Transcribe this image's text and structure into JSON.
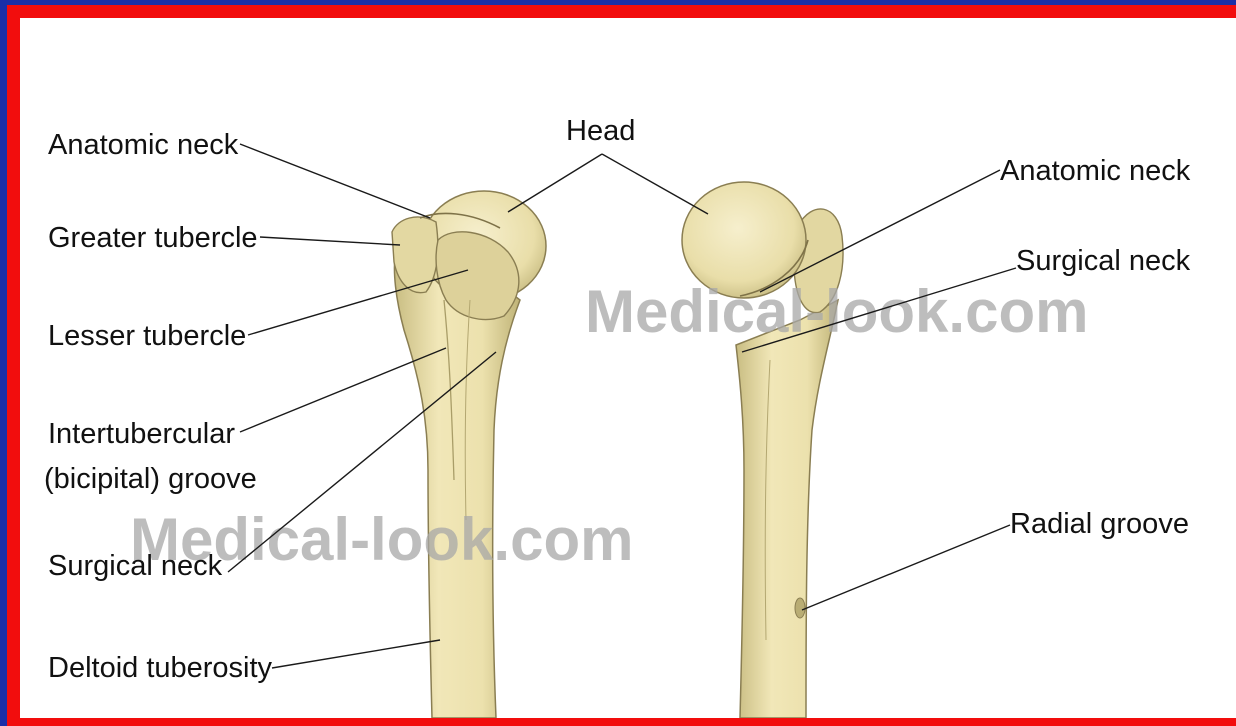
{
  "labels": {
    "anatomic_neck_left": "Anatomic neck",
    "greater_tubercle": "Greater tubercle",
    "lesser_tubercle": "Lesser tubercle",
    "intertubercular_line1": "Intertubercular",
    "intertubercular_line2": "(bicipital) groove",
    "surgical_neck_left": "Surgical neck",
    "deltoid_tuberosity": "Deltoid tuberosity",
    "head": "Head",
    "anatomic_neck_right": "Anatomic neck",
    "surgical_neck_right": "Surgical neck",
    "radial_groove": "Radial groove"
  },
  "watermarks": {
    "upper": "Medical-look.com",
    "lower": "Medical-look.com"
  },
  "colors": {
    "outer_frame": "#1a2fa8",
    "inner_frame": "#f20d0d",
    "background": "#ffffff",
    "bone_fill": "#ede2ae",
    "bone_shade": "#cbbf86",
    "bone_outline": "#8a7e52"
  }
}
